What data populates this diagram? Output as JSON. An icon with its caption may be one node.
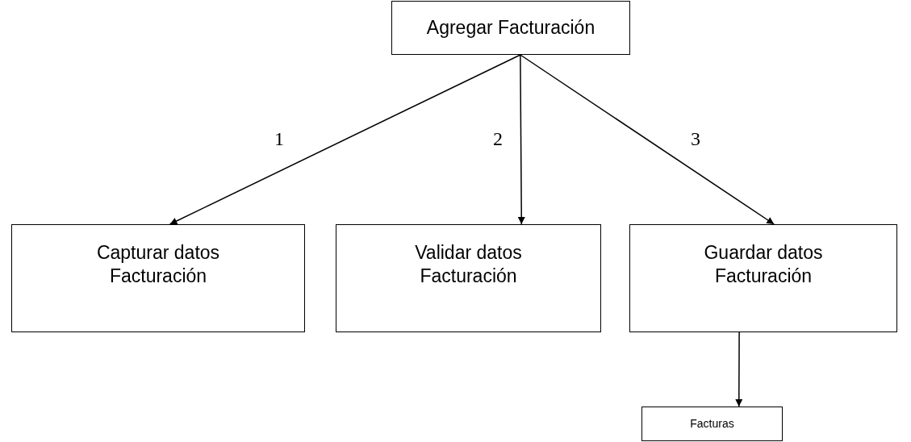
{
  "diagram": {
    "nodes": [
      {
        "text": [
          "Agregar Facturación"
        ]
      },
      {
        "text": [
          "Capturar datos Facturación"
        ]
      },
      {
        "text": [
          "Validar datos Facturación"
        ]
      },
      {
        "text": [
          "Guardar datos Facturación"
        ]
      },
      {
        "text": [
          "Facturas"
        ]
      }
    ],
    "edges": [
      {
        "from": 0,
        "to": 1,
        "arrow": "to",
        "label": "1"
      },
      {
        "from": 0,
        "to": 2,
        "arrow": "to",
        "label": "2"
      },
      {
        "from": 0,
        "to": 3,
        "arrow": "to",
        "label": "3"
      },
      {
        "from": 3,
        "to": 4,
        "arrow": "to"
      }
    ]
  }
}
